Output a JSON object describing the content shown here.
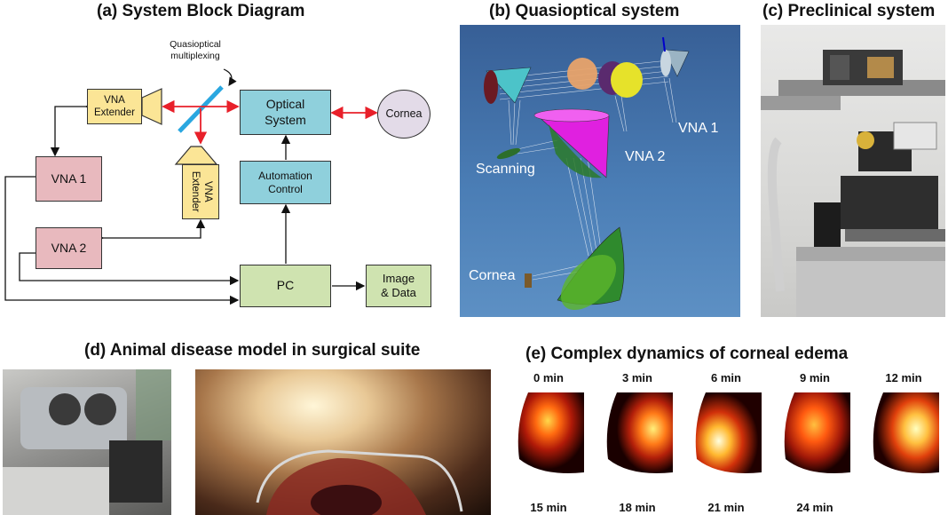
{
  "titles": {
    "a": "(a) System Block Diagram",
    "b": "(b) Quasioptical system",
    "c": "(c) Preclinical system",
    "d": "(d) Animal disease model in surgical suite",
    "e": "(e) Complex dynamics of corneal edema"
  },
  "block": {
    "multiplexing_note_1": "Quasioptical",
    "multiplexing_note_2": "multiplexing",
    "vna_extender_h_1": "VNA",
    "vna_extender_h_2": "Extender",
    "vna_extender_v_1": "VNA",
    "vna_extender_v_2": "Extender",
    "optical_1": "Optical",
    "optical_2": "System",
    "cornea": "Cornea",
    "automation_1": "Automation",
    "automation_2": "Control",
    "vna1": "VNA 1",
    "vna2": "VNA 2",
    "pc": "PC",
    "image_1": "Image",
    "image_2": "& Data"
  },
  "quasi": {
    "vna1": "VNA 1",
    "vna2": "VNA 2",
    "scanning": "Scanning",
    "cornea": "Cornea"
  },
  "edema": {
    "times_top": [
      "0 min",
      "3 min",
      "6 min",
      "9 min",
      "12 min"
    ],
    "times_bottom": [
      "15 min",
      "18 min",
      "21 min",
      "24 min"
    ]
  },
  "colors": {
    "arrow_red": "#e8202a",
    "splitter_blue": "#2aa7e0",
    "scene_bg": "#3f6ea3"
  }
}
